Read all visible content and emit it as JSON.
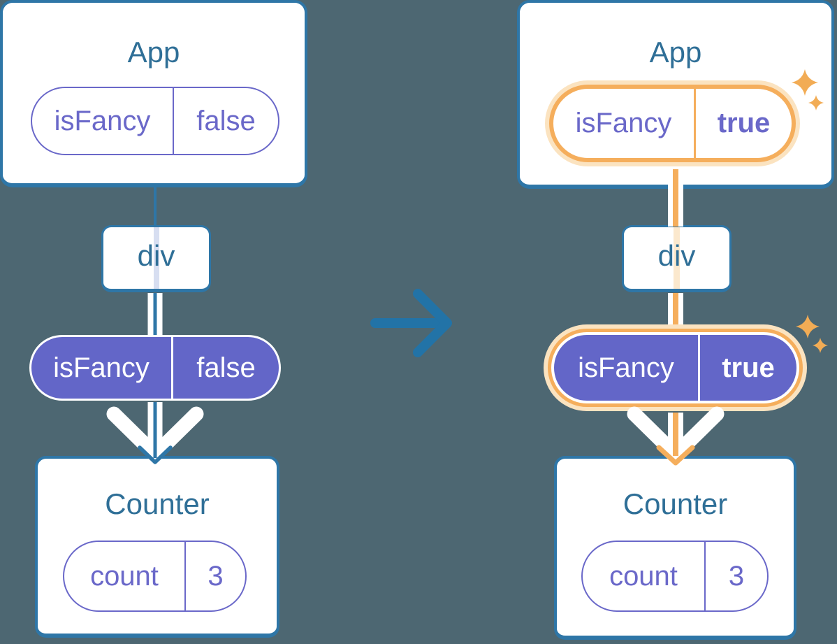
{
  "before": {
    "app": {
      "title": "App",
      "prop_name": "isFancy",
      "prop_value": "false"
    },
    "div": {
      "label": "div"
    },
    "passed_prop": {
      "prop_name": "isFancy",
      "prop_value": "false"
    },
    "counter": {
      "title": "Counter",
      "state_name": "count",
      "state_value": "3"
    }
  },
  "after": {
    "app": {
      "title": "App",
      "prop_name": "isFancy",
      "prop_value": "true"
    },
    "div": {
      "label": "div"
    },
    "passed_prop": {
      "prop_name": "isFancy",
      "prop_value": "true"
    },
    "counter": {
      "title": "Counter",
      "state_name": "count",
      "state_value": "3"
    }
  },
  "icons": {
    "transition": "arrow-right-icon",
    "highlight": "sparkle-icon",
    "flow": "arrow-down-icon"
  },
  "colors": {
    "background": "#4D6772",
    "card_border_blue": "#2E76A7",
    "title_blue": "#2F6F97",
    "pill_purple_outline": "#6A68C9",
    "pill_purple_fill": "#6366C8",
    "highlight_orange": "#F5AE5C",
    "highlight_glow": "#FBE3C0",
    "sparkle_orange": "#F2AC55",
    "white": "#FFFFFF"
  }
}
